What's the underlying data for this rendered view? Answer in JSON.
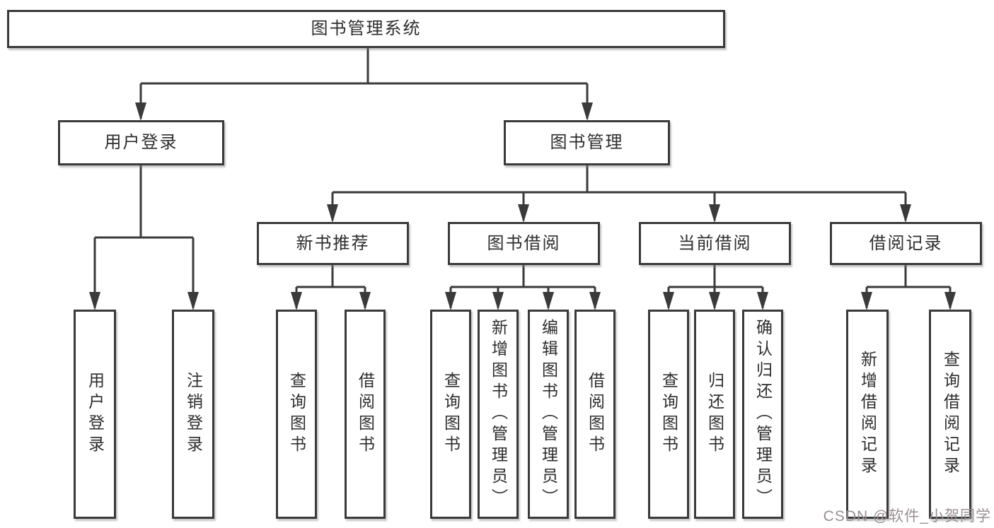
{
  "diagram": {
    "title_node": "图书管理系统",
    "nodes": {
      "root": "图书管理系统",
      "user_login": "用户登录",
      "book_management": "图书管理",
      "new_book_recommend": "新书推荐",
      "book_borrow": "图书借阅",
      "current_borrow": "当前借阅",
      "borrow_record": "借阅记录",
      "leaves_user_login": [
        "用户登录",
        "注销登录"
      ],
      "leaves_new_book": [
        "查询图书",
        "借阅图书"
      ],
      "leaves_book_borrow": [
        "查询图书",
        "新增图书（管理员）",
        "编辑图书（管理员）",
        "借阅图书"
      ],
      "leaves_current_borrow": [
        "查询图书",
        "归还图书",
        "确认归还（管理员）"
      ],
      "leaves_borrow_record": [
        "新增借阅记录",
        "查询借阅记录"
      ]
    },
    "colors": {
      "box_border": "#3a3a3a",
      "connector": "#3a3a3a",
      "text": "#2d2d2d",
      "background": "#ffffff",
      "watermark_text_color": "#9a8f93"
    }
  },
  "watermark": {
    "text": "CSDN @软件_小贺同学"
  }
}
